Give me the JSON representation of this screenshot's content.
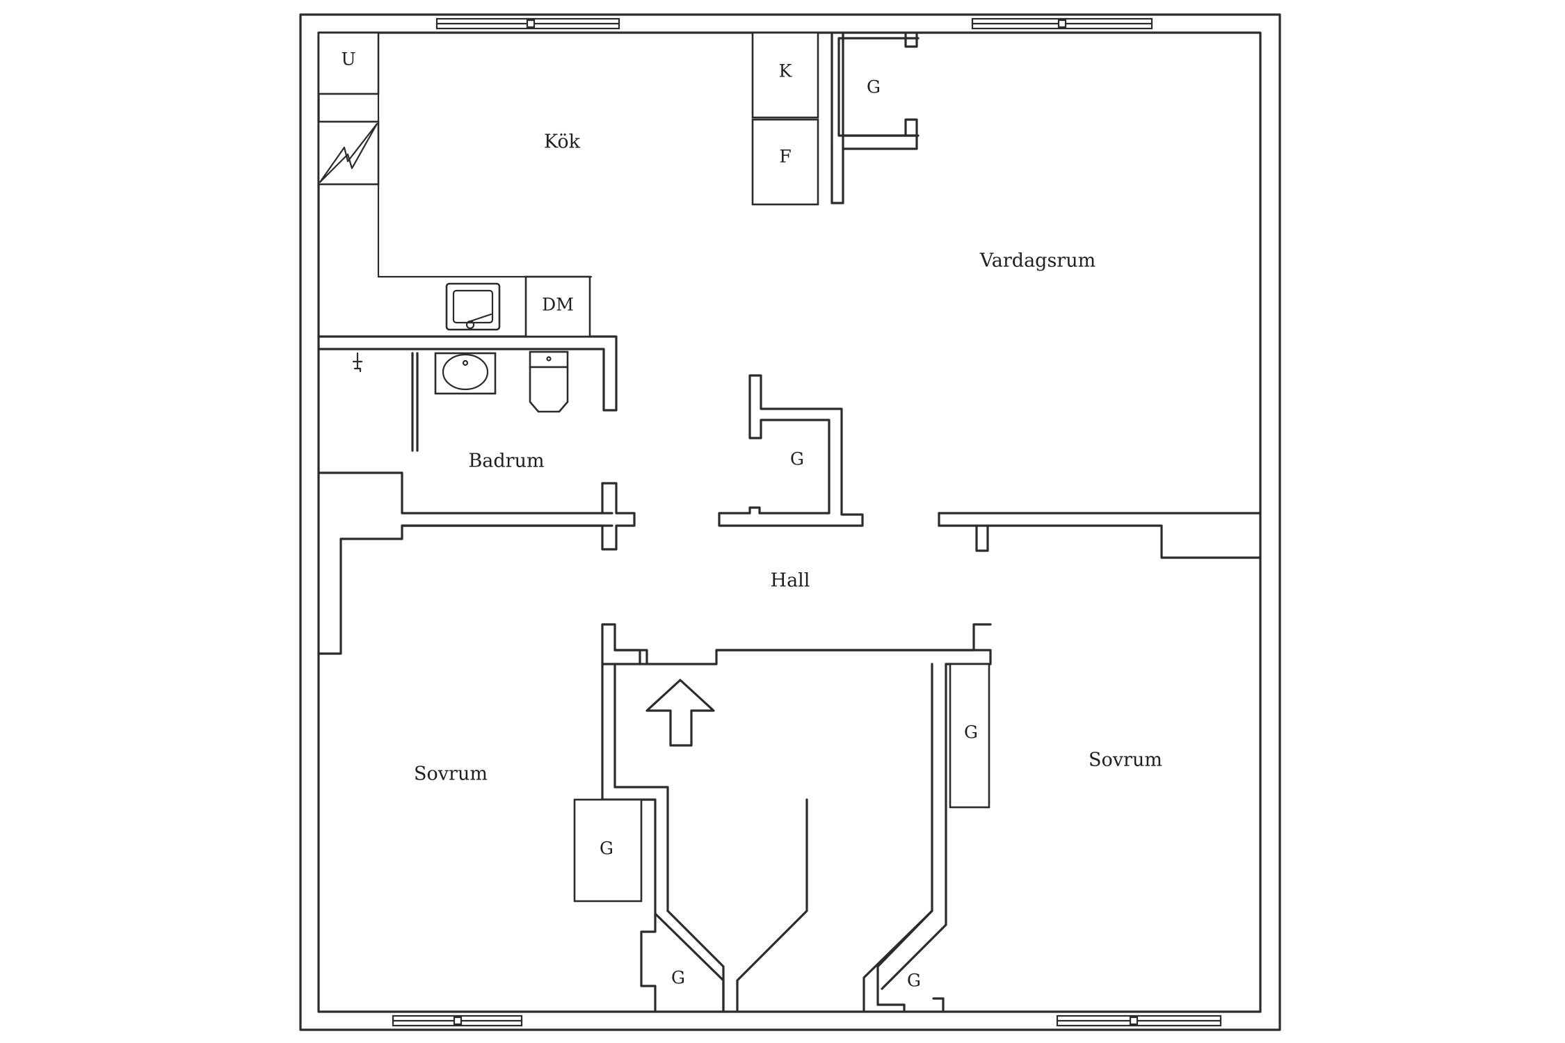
{
  "rooms": {
    "kok": "Kök",
    "vardagsrum": "Vardagsrum",
    "badrum": "Badrum",
    "hall": "Hall",
    "sovrum_left": "Sovrum",
    "sovrum_right": "Sovrum"
  },
  "fixtures": {
    "u": "U",
    "k": "K",
    "f": "F",
    "dm": "DM",
    "g": "G"
  },
  "icons": {
    "entrance": "arrow-up-icon",
    "stove": "stove-zigzag-icon",
    "sink": "sink-icon",
    "washbasin": "washbasin-icon",
    "toilet": "toilet-icon",
    "tap": "tap-icon"
  },
  "colors": {
    "line": "#2b2b2b",
    "background": "#ffffff"
  }
}
